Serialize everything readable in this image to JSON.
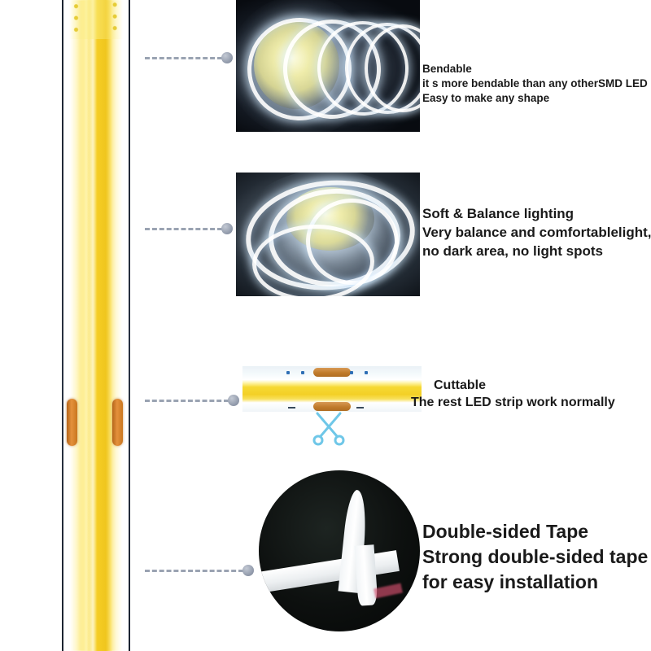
{
  "product": {
    "name": "cob-led-strip",
    "strip_color": "#f5cd23",
    "cut_pad_color": "#c9761f"
  },
  "features": [
    {
      "id": "bendable",
      "title": "Bendable",
      "lines": [
        "it s more bendable than any otherSMD LED strip.",
        "Easy to make any shape"
      ],
      "panel": "coiled-led-strip-photo"
    },
    {
      "id": "soft-balance-lighting",
      "title": "Soft & Balance lighting",
      "lines": [
        "Very balance and comfortablelight,",
        " no dark area, no light spots"
      ],
      "panel": "soft-light-reel-photo"
    },
    {
      "id": "cuttable",
      "title": "Cuttable",
      "lines": [
        "The rest LED strip work normally"
      ],
      "panel": "cuttable-strip-closeup",
      "icon": "scissors-icon",
      "icon_color": "#6fc7e8"
    },
    {
      "id": "double-sided-tape",
      "title": "Double-sided Tape",
      "lines": [
        "Strong double-sided tape",
        "for easy installation"
      ],
      "panel": "double-sided-tape-photo"
    }
  ],
  "connectors": {
    "icon": "dashed-leader-line",
    "dot_color": "#8e97a8",
    "line_color": "#9aa3b2"
  }
}
